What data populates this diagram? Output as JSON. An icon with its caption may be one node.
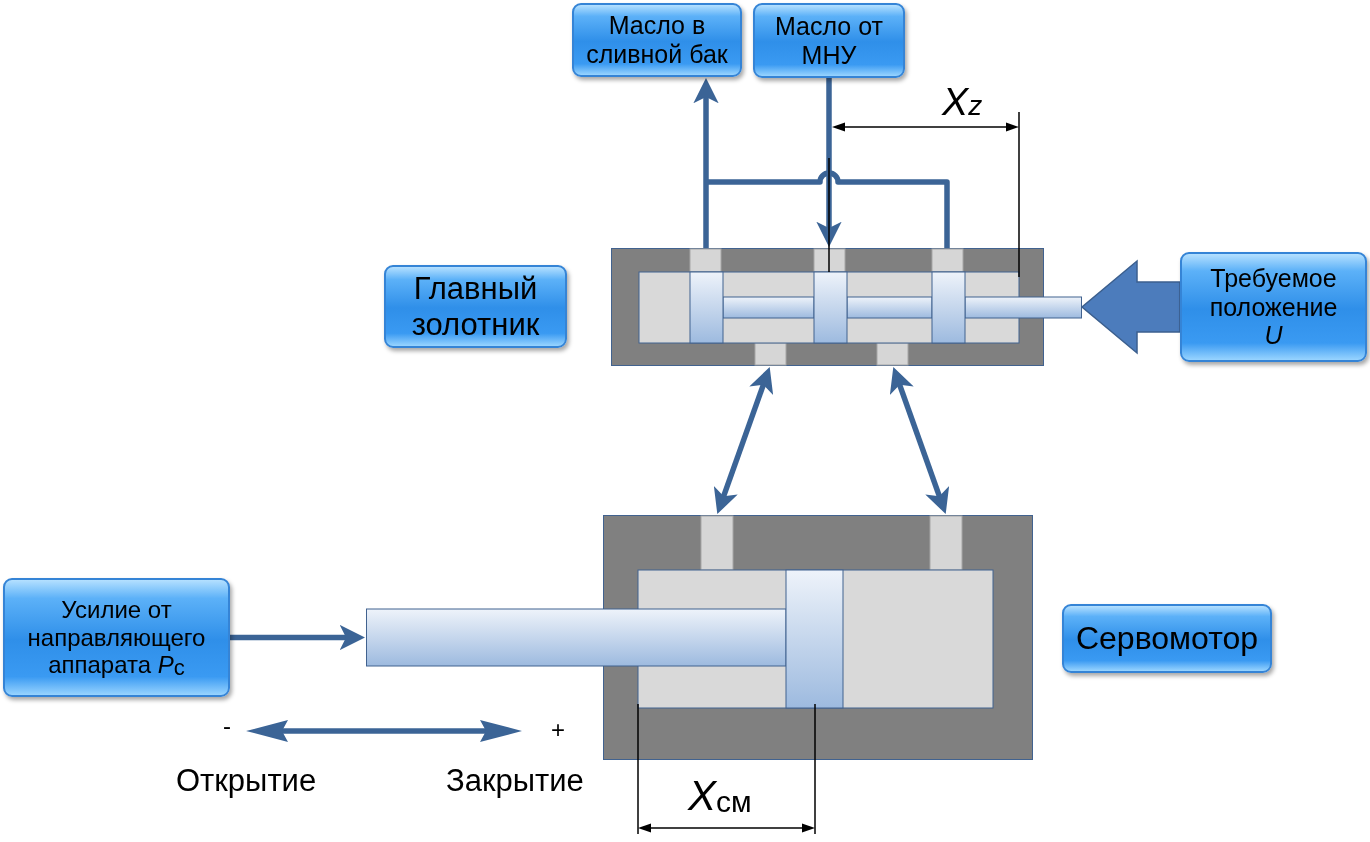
{
  "diagram": {
    "nodes": [
      {
        "text": [
          "Масло в сливной бак"
        ]
      },
      {
        "text": [
          "Масло от МНУ"
        ]
      },
      {
        "text": [
          "Главный золотник"
        ]
      },
      {
        "text": [],
        "shape": "picture"
      },
      {
        "text": [
          "Требуемое положение *U*"
        ]
      },
      {
        "text": [
          "Усилие от направляющего аппарата *P*$_{c}$"
        ]
      },
      {
        "text": [],
        "shape": "picture"
      },
      {
        "text": [
          "Сервомотор"
        ]
      }
    ],
    "edges": [
      {
        "from": 3,
        "to": 0,
        "arrow": "to"
      },
      {
        "from": 1,
        "to": 3,
        "arrow": "to"
      },
      {
        "from": 4,
        "to": 3,
        "arrow": "to",
        "style": "thick",
        "color": "#4c7cbc"
      },
      {
        "from": 3,
        "to": 6,
        "arrow": "both"
      },
      {
        "from": 3,
        "to": 6,
        "arrow": "both"
      },
      {
        "from": 5,
        "to": 6,
        "arrow": "to"
      }
    ],
    "labels": [
      "Xz",
      "-",
      "+",
      "Открытие",
      "Закрытие",
      "*X*$_{см}$"
    ]
  }
}
